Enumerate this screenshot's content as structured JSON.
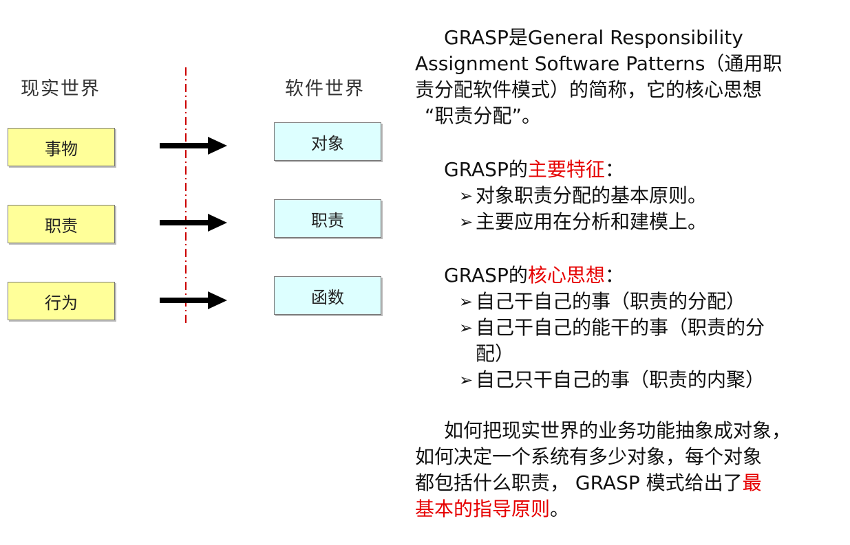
{
  "diagram": {
    "left_title": "现实世界",
    "right_title": "软件世界",
    "rows": [
      {
        "real": "事物",
        "soft": "对象"
      },
      {
        "real": "职责",
        "soft": "职责"
      },
      {
        "real": "行为",
        "soft": "函数"
      }
    ],
    "colors": {
      "real_box": "#ffff99",
      "soft_box": "#ddffff",
      "divider": "#cc0000",
      "arrow": "#000000"
    }
  },
  "text": {
    "intro_lines": [
      "GRASP是General Responsibility",
      "Assignment Software Patterns（通用职",
      "责分配软件模式）的简称，它的核心思想",
      "“职责分配”。"
    ],
    "features": {
      "prefix": "GRASP的",
      "highlight": "主要特征",
      "suffix": "：",
      "items": [
        "对象职责分配的基本原则。",
        "主要应用在分析和建模上。"
      ]
    },
    "core": {
      "prefix": "GRASP的",
      "highlight": "核心思想",
      "suffix": "：",
      "items": [
        "自己干自己的事（职责的分配）",
        "自己干自己的能干的事（职责的分",
        "配）",
        "自己只干自己的事（职责的内聚）"
      ]
    },
    "bullet_mark": "➢",
    "closing": {
      "lines": [
        "如何把现实世界的业务功能抽象成对象，",
        "如何决定一个系统有多少对象，每个对象",
        "都包括什么职责， GRASP 模式给出了"
      ],
      "highlight_a": "最",
      "highlight_b": "基本的指导原则",
      "end": "。"
    },
    "accent_color": "#e60000"
  }
}
